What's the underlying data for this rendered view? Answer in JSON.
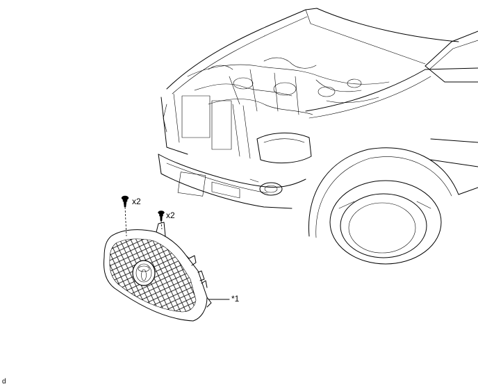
{
  "labels": {
    "clip_qty_1": "x2",
    "clip_qty_2": "x2",
    "grille_callout": "*1",
    "figure_code": "d"
  },
  "icons": {
    "clip": "push-clip-icon",
    "screw": "screw-icon",
    "emblem": "brand-emblem-icon"
  },
  "colors": {
    "line": "#000000",
    "background": "#ffffff"
  }
}
